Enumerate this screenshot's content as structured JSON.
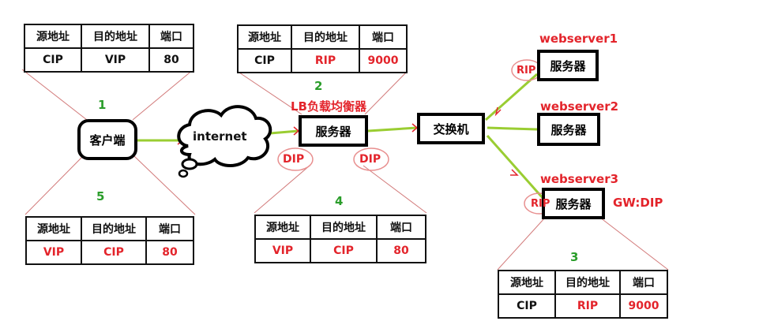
{
  "table_headers": [
    "源地址",
    "目的地址",
    "端口"
  ],
  "tables": {
    "t1": {
      "step": "1",
      "src": "CIP",
      "dst": "VIP",
      "port": "80"
    },
    "t2": {
      "step": "2",
      "src": "CIP",
      "dst": "RIP",
      "port": "9000"
    },
    "t3": {
      "step": "3",
      "src": "CIP",
      "dst": "RIP",
      "port": "9000"
    },
    "t4": {
      "step": "4",
      "src": "VIP",
      "dst": "CIP",
      "port": "80"
    },
    "t5": {
      "step": "5",
      "src": "VIP",
      "dst": "CIP",
      "port": "80"
    }
  },
  "nodes": {
    "client": "客户端",
    "internet": "internet",
    "lb_title": "LB负载均衡器",
    "lb_box": "服务器",
    "switch": "交换机",
    "ws1_title": "webserver1",
    "ws1_box": "服务器",
    "ws2_title": "webserver2",
    "ws2_box": "服务器",
    "ws3_title": "webserver3",
    "ws3_box": "服务器",
    "gw": "GW:DIP"
  },
  "ip_markers": {
    "dip_left": "DIP",
    "dip_right": "DIP",
    "rip_ws1": "RIP",
    "rip_ws3": "RIP"
  },
  "colors": {
    "link": "#9acd32",
    "callout": "#d97070",
    "accent_red": "#e3242b",
    "step_green": "#2a9d2a"
  }
}
